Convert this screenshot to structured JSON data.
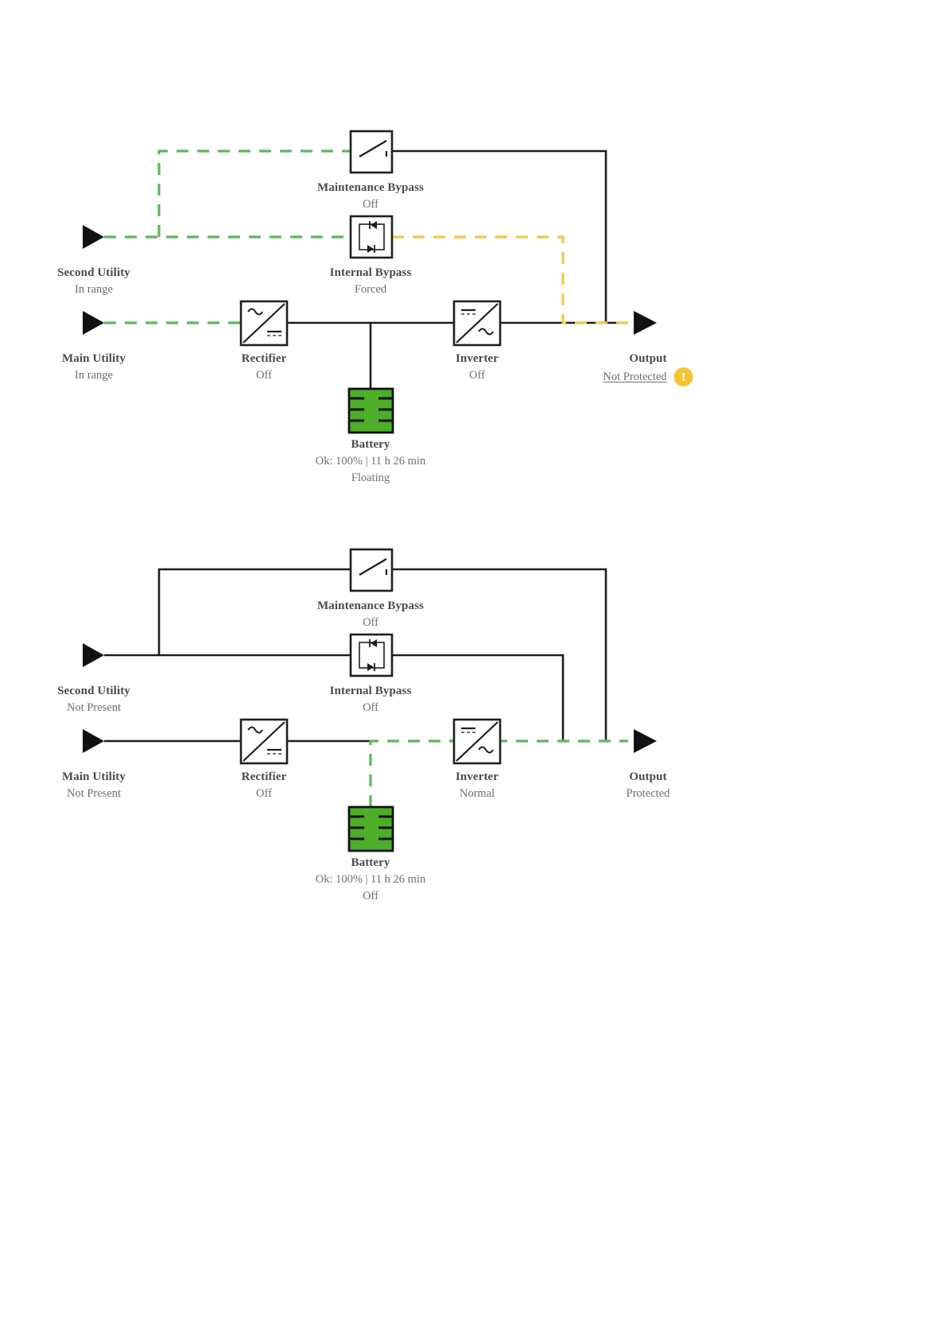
{
  "colors": {
    "line_inactive": "#1f1f1f",
    "flow_active": "#5cb85c",
    "flow_bypass": "#f0c84a",
    "battery_fill": "#4caf27",
    "battery_stroke": "#111111",
    "warning_badge": "#f2c436",
    "label_title": "#4a4a4a",
    "label_status": "#6f6f6f"
  },
  "diagrams": [
    {
      "id": "diagram-1",
      "name": "ups-single-line-diagram-bypass-mode",
      "nodes": {
        "second_utility": {
          "title": "Second Utility",
          "status": "In range"
        },
        "main_utility": {
          "title": "Main Utility",
          "status": "In range"
        },
        "maintenance_bypass": {
          "title": "Maintenance Bypass",
          "status": "Off"
        },
        "internal_bypass": {
          "title": "Internal Bypass",
          "status": "Forced"
        },
        "rectifier": {
          "title": "Rectifier",
          "status": "Off"
        },
        "inverter": {
          "title": "Inverter",
          "status": "Off"
        },
        "battery": {
          "title": "Battery",
          "status": "Ok: 100% | 11 h 26 min",
          "mode": "Floating"
        },
        "output": {
          "title": "Output",
          "status": "Not Protected",
          "badge": "!"
        }
      }
    },
    {
      "id": "diagram-2",
      "name": "ups-single-line-diagram-battery-mode",
      "nodes": {
        "second_utility": {
          "title": "Second Utility",
          "status": "Not Present"
        },
        "main_utility": {
          "title": "Main Utility",
          "status": "Not Present"
        },
        "maintenance_bypass": {
          "title": "Maintenance Bypass",
          "status": "Off"
        },
        "internal_bypass": {
          "title": "Internal Bypass",
          "status": "Off"
        },
        "rectifier": {
          "title": "Rectifier",
          "status": "Off"
        },
        "inverter": {
          "title": "Inverter",
          "status": "Normal"
        },
        "battery": {
          "title": "Battery",
          "status": "Ok: 100% | 11 h 26 min",
          "mode": "Off"
        },
        "output": {
          "title": "Output",
          "status": "Protected"
        }
      }
    }
  ]
}
